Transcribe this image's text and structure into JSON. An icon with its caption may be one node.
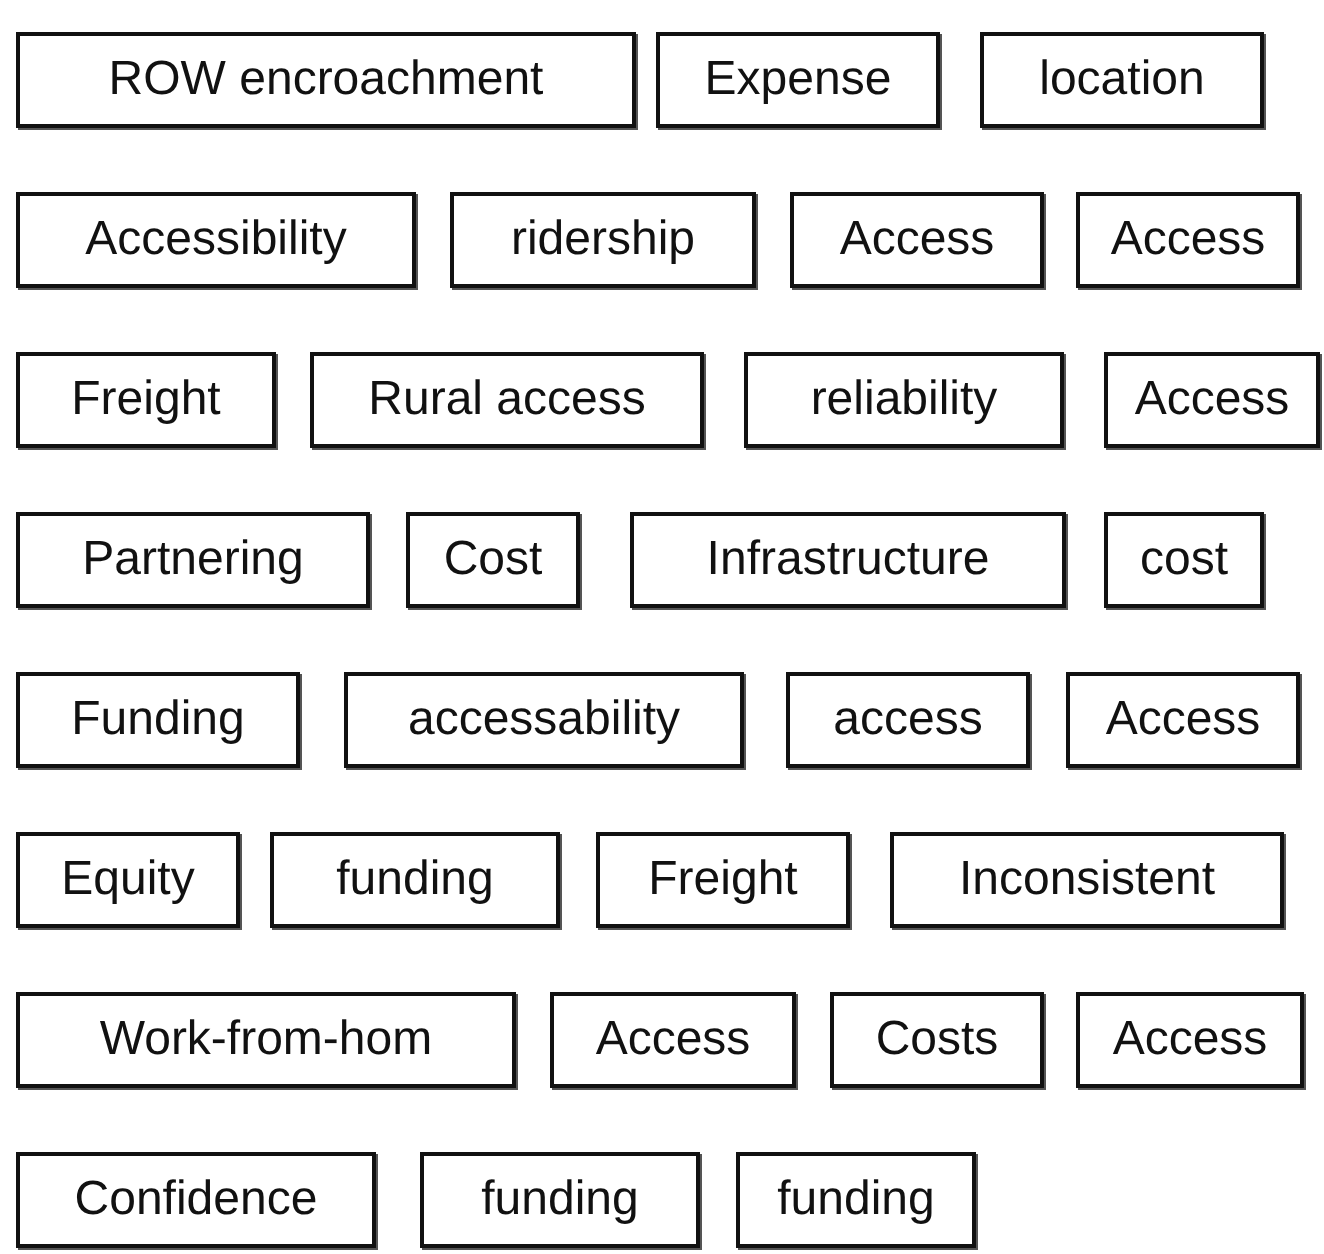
{
  "diagram": {
    "nodes": [
      {
        "text": [
          "ROW encroachment"
        ]
      },
      {
        "text": [
          "Expense"
        ]
      },
      {
        "text": [
          "location"
        ]
      },
      {
        "text": [
          "Accessibility"
        ]
      },
      {
        "text": [
          "ridership"
        ]
      },
      {
        "text": [
          "Access"
        ]
      },
      {
        "text": [
          "Access"
        ]
      },
      {
        "text": [
          "Freight"
        ]
      },
      {
        "text": [
          "Rural access"
        ]
      },
      {
        "text": [
          "reliability"
        ]
      },
      {
        "text": [
          "Access"
        ]
      },
      {
        "text": [
          "Partnering"
        ]
      },
      {
        "text": [
          "Cost"
        ]
      },
      {
        "text": [
          "Infrastructure"
        ]
      },
      {
        "text": [
          "cost"
        ]
      },
      {
        "text": [
          "Funding"
        ]
      },
      {
        "text": [
          "accessability"
        ]
      },
      {
        "text": [
          "access"
        ]
      },
      {
        "text": [
          "Access"
        ]
      },
      {
        "text": [
          "Equity"
        ]
      },
      {
        "text": [
          "funding"
        ]
      },
      {
        "text": [
          "Freight"
        ]
      },
      {
        "text": [
          "Inconsistent"
        ]
      },
      {
        "text": [
          "Work-from-hom"
        ]
      },
      {
        "text": [
          "Access"
        ]
      },
      {
        "text": [
          "Costs"
        ]
      },
      {
        "text": [
          "Access"
        ]
      },
      {
        "text": [
          "Confidence"
        ]
      },
      {
        "text": [
          "funding"
        ]
      },
      {
        "text": [
          "funding"
        ]
      }
    ]
  }
}
